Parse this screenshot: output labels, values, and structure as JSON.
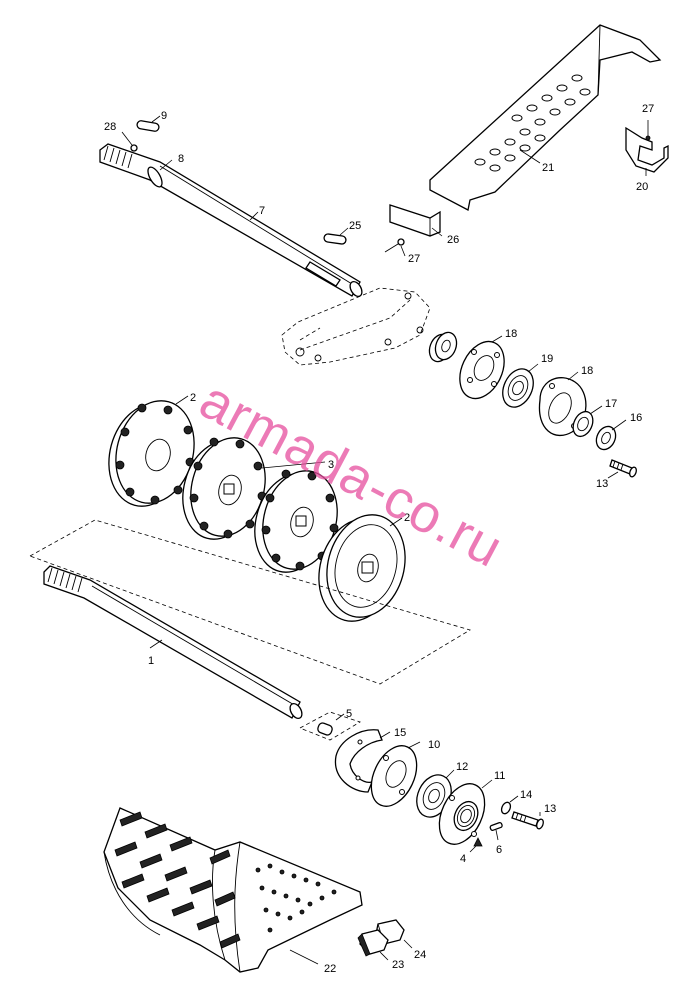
{
  "watermark": "armada-co.ru",
  "callouts": [
    {
      "id": "9",
      "label": "9"
    },
    {
      "id": "28",
      "label": "28"
    },
    {
      "id": "8",
      "label": "8"
    },
    {
      "id": "7",
      "label": "7"
    },
    {
      "id": "25",
      "label": "25"
    },
    {
      "id": "26",
      "label": "26"
    },
    {
      "id": "27a",
      "label": "27"
    },
    {
      "id": "27b",
      "label": "27"
    },
    {
      "id": "21",
      "label": "21"
    },
    {
      "id": "20",
      "label": "20"
    },
    {
      "id": "18a",
      "label": "18"
    },
    {
      "id": "19",
      "label": "19"
    },
    {
      "id": "18b",
      "label": "18"
    },
    {
      "id": "17",
      "label": "17"
    },
    {
      "id": "16",
      "label": "16"
    },
    {
      "id": "13a",
      "label": "13"
    },
    {
      "id": "2a",
      "label": "2"
    },
    {
      "id": "3",
      "label": "3"
    },
    {
      "id": "2b",
      "label": "2"
    },
    {
      "id": "1",
      "label": "1"
    },
    {
      "id": "5",
      "label": "5"
    },
    {
      "id": "15",
      "label": "15"
    },
    {
      "id": "10",
      "label": "10"
    },
    {
      "id": "12",
      "label": "12"
    },
    {
      "id": "11",
      "label": "11"
    },
    {
      "id": "14",
      "label": "14"
    },
    {
      "id": "13b",
      "label": "13"
    },
    {
      "id": "6",
      "label": "6"
    },
    {
      "id": "4",
      "label": "4"
    },
    {
      "id": "24",
      "label": "24"
    },
    {
      "id": "23",
      "label": "23"
    },
    {
      "id": "22",
      "label": "22"
    }
  ]
}
